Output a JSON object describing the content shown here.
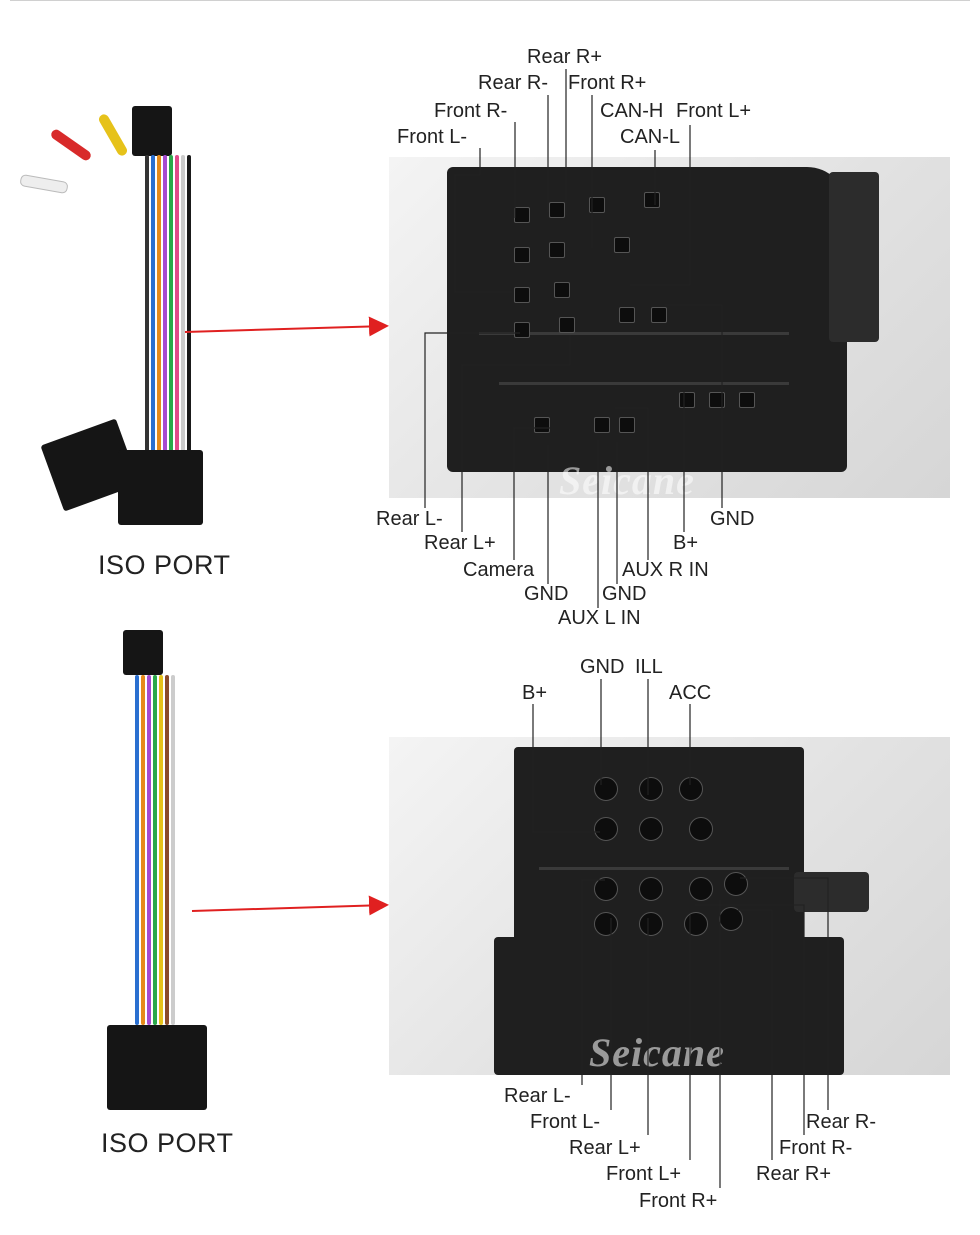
{
  "top_section": {
    "port_label": "ISO PORT",
    "watermark": "Seicane",
    "labels": {
      "rear_r_plus": "Rear R+",
      "rear_r_minus": "Rear R-",
      "front_r_plus": "Front R+",
      "front_r_minus": "Front R-",
      "can_h": "CAN-H",
      "front_l_plus": "Front L+",
      "front_l_minus": "Front L-",
      "can_l": "CAN-L",
      "rear_l_minus": "Rear L-",
      "gnd_right": "GND",
      "rear_l_plus": "Rear L+",
      "b_plus": "B+",
      "camera": "Camera",
      "aux_r_in": "AUX R IN",
      "gnd_left": "GND",
      "gnd_middle": "GND",
      "aux_l_in": "AUX L IN"
    }
  },
  "bottom_section": {
    "port_label": "ISO PORT",
    "watermark": "Seicane",
    "labels": {
      "gnd": "GND",
      "ill": "ILL",
      "b_plus": "B+",
      "acc": "ACC",
      "rear_l_minus": "Rear L-",
      "front_l_minus": "Front L-",
      "rear_l_plus": "Rear L+",
      "front_l_plus": "Front L+",
      "front_r_plus": "Front R+",
      "rear_r_minus": "Rear R-",
      "front_r_minus": "Front R-",
      "rear_r_plus": "Rear R+"
    }
  },
  "colors": {
    "arrow": "#e02020",
    "leader_line": "#222222"
  }
}
